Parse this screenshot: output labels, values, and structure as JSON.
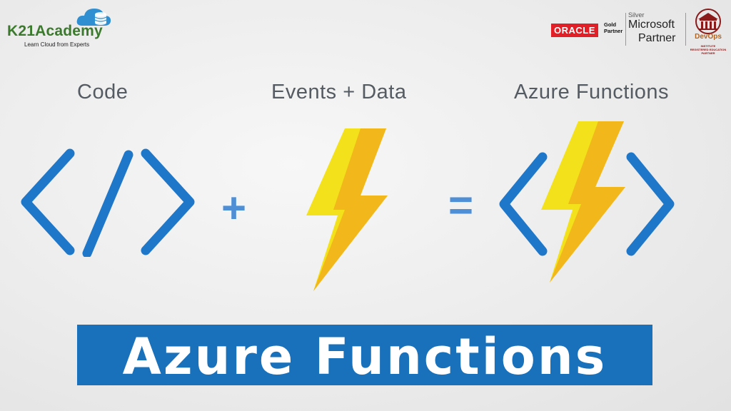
{
  "logo": {
    "brand": "K21Academy",
    "tagline": "Learn Cloud from Experts"
  },
  "partners": {
    "oracle": "ORACLE",
    "oracle_level": [
      "Gold",
      "Partner"
    ],
    "microsoft_level": "Silver",
    "microsoft_name": "Microsoft",
    "microsoft_partner": "Partner",
    "devops_name": "DevOps",
    "devops_sub": [
      "INSTITUTE",
      "REGISTERED EDUCATION",
      "PARTNER"
    ]
  },
  "headings": {
    "code": "Code",
    "events": "Events + Data",
    "azure": "Azure Functions"
  },
  "operators": {
    "plus": "+",
    "equals": "="
  },
  "banner": {
    "title": "Azure Functions"
  },
  "colors": {
    "accent_blue": "#1a71bb",
    "symbol_blue": "#1f77c9",
    "bolt_light": "#f3e11b",
    "bolt_dark": "#f2b71b",
    "brand_green": "#3b7a2c",
    "oracle_red": "#e21f26"
  },
  "icons": [
    "cloud-database-icon",
    "code-brackets-icon",
    "lightning-bolt-icon",
    "azure-functions-icon",
    "devops-institute-seal-icon"
  ]
}
